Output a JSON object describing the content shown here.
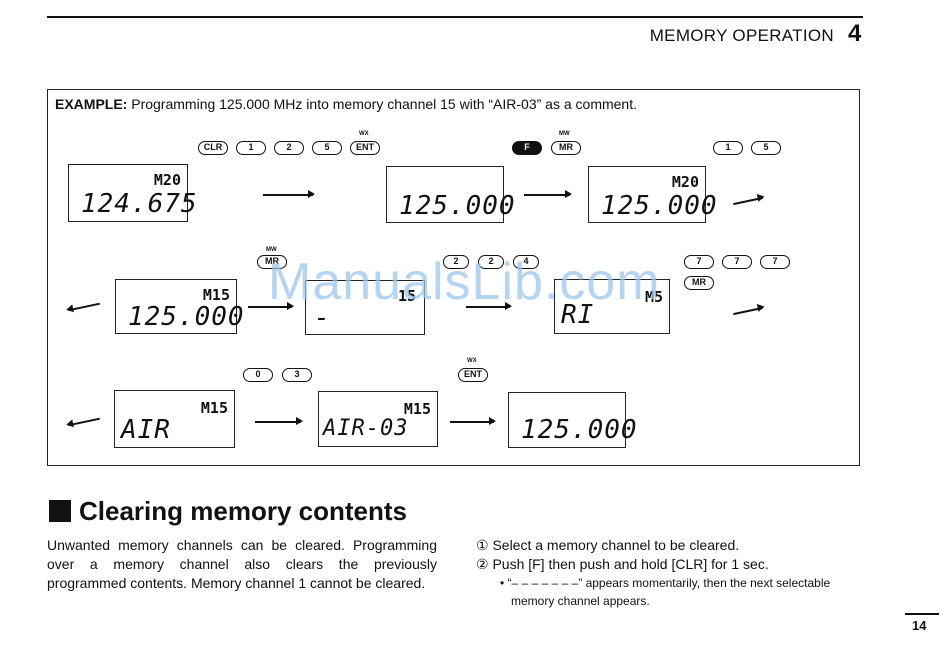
{
  "header": {
    "title": "MEMORY OPERATION",
    "number": "4"
  },
  "example": {
    "label": "EXAMPLE:",
    "text": " Programming 125.000 MHz into memory channel 15 with “AIR-03” as a comment."
  },
  "keys": {
    "row1a": [
      "CLR",
      "1",
      "2",
      "5",
      "ENT"
    ],
    "row1b": [
      "F",
      "MR"
    ],
    "row1c": [
      "1",
      "5"
    ],
    "row2a": [
      "MR"
    ],
    "row2b": [
      "2",
      "2",
      "4"
    ],
    "row2c": [
      "7",
      "7",
      "7",
      "MR"
    ],
    "row3a": [
      "0",
      "3"
    ],
    "row3b": [
      "ENT"
    ],
    "sublabel_wx": "WX",
    "sublabel_mw": "MW"
  },
  "displays": {
    "d1": {
      "main": "124.675",
      "ch": "M20"
    },
    "d2": {
      "main": "125.000"
    },
    "d3": {
      "main": "125.000",
      "ch": "M20"
    },
    "d4": {
      "main": "125.000",
      "ch": "M15"
    },
    "d5": {
      "main": "-",
      "ch": "15"
    },
    "d6": {
      "main": "RI",
      "ch": "M5"
    },
    "d7": {
      "main": "AIR",
      "ch": "M15"
    },
    "d8": {
      "main": "AIR-03",
      "ch": "M15"
    },
    "d9": {
      "main": "125.000"
    }
  },
  "watermark": "ManualsLib.com",
  "section": {
    "title": "Clearing memory contents",
    "body": "Unwanted memory channels can be cleared. Programming over a memory channel also clears the previously programmed contents. Memory channel 1 cannot be cleared.",
    "step1": "① Select a memory channel to be cleared.",
    "step2": "② Push [F] then push and hold [CLR] for 1 sec.",
    "note1": "• “– – – – – – –” appears momentarily, then the next selectable",
    "note2": "memory channel appears."
  },
  "page": "14"
}
